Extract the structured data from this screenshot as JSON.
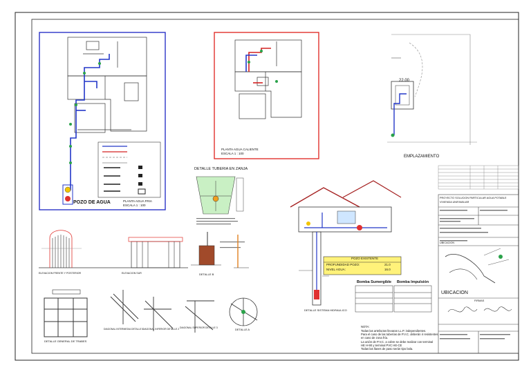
{
  "plans": {
    "cold_title": "PLANTA AGUA FRIA",
    "cold_scale": "ESCALA 1 : 100",
    "well_label": "POZO DE AGUA",
    "hot_title": "PLANTA AGUA CALIENTE",
    "hot_scale": "ESCALA 1 : 100",
    "site_title": "EMPLAZAMIENTO",
    "site_area": "22.00"
  },
  "details": {
    "trench_title": "DETALLE  TUBERIA EN ZANJA",
    "detail_b": "DETALLE B",
    "detail_a": "DETALLE A",
    "frame_title": "DETALLE GENERAL DE TRABES",
    "elevation_front": "ELEVACION FRENTE Y POSTERIOR",
    "elevation_side": "ELEVACION SUR",
    "diagonal_intermediate": "DIAGONAL INTERMEDIA  DETALLE 1",
    "diagonal_lower": "DIAGONAL INFERIOR  DETALLE 2",
    "diagonal_upper": "DIAGONAL SUPERIOR  DETALLE 3",
    "hydraulic_title": "DETALLE SISTEMA HIDRAULICO"
  },
  "well_table": {
    "title": "POZO  EXISTENTE",
    "depth_label": "PROFUNDIDAD  POZO:",
    "depth_value": "21.0",
    "water_label": "NIVEL  AGUA:",
    "water_value": "16.0"
  },
  "pumps": {
    "submersible": "Bomba Sumergible",
    "impulsion": "Bomba Impulsión"
  },
  "notes": {
    "heading": "NOTA:",
    "line1": "Todas las artefactos llevaran LL.P. independientes.",
    "line2": "Para el caso de las tuberías de P.V.C. deberán ir resistentes",
    "line3": "en caso de zona fría.",
    "line4": "La unión de P.V.C. a cobre se debe realizar con terminal",
    "line5": "HE H-90 y terminal PVC HE-CE",
    "line6": "Todas las llaves de paso serán tipo bola."
  },
  "title_block": {
    "project": "PROYECTO SOLUCION PARTICULAR AGUA POTABLE",
    "housing": "VIVIENDA UNIFAMILIAR",
    "location_heading": "UBICACION",
    "map_heading": "UBICACION",
    "signatures_heading": "FIRMAS"
  },
  "colors": {
    "cold_water": "#2236c8",
    "hot_water": "#d42020",
    "cold_frame": "#2a32c8",
    "hot_frame": "#e0302c",
    "well_fill": "#fff27a",
    "trench_fill": "#c9f0c4"
  }
}
